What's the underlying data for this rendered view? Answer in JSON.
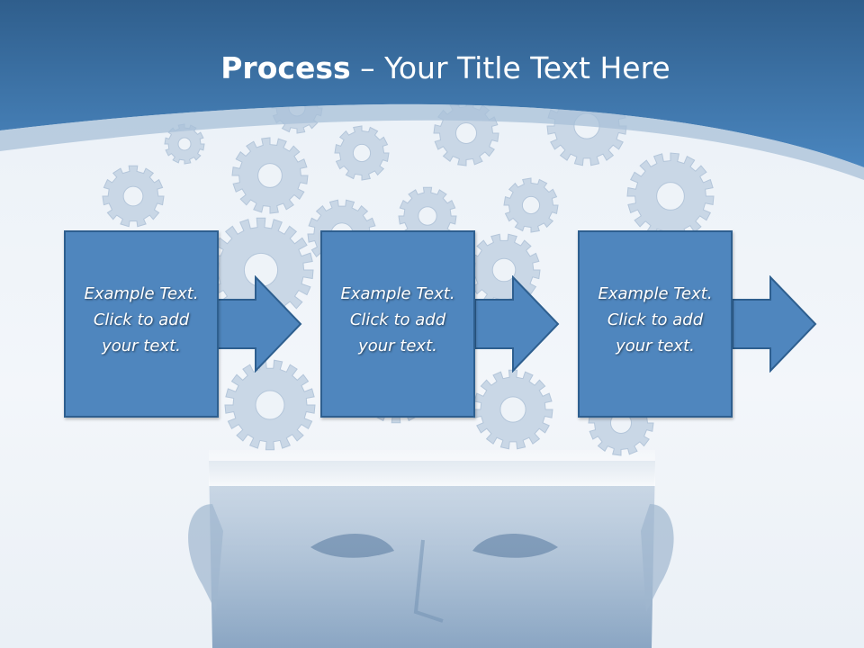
{
  "slide": {
    "title_bold": "Process",
    "title_rest": " – Your Title Text Here"
  },
  "steps": [
    {
      "line1": "Example Text.",
      "line2": "Click  to add",
      "line3": "your text."
    },
    {
      "line1": "Example Text.",
      "line2": "Click  to add",
      "line3": "your text."
    },
    {
      "line1": "Example Text.",
      "line2": "Click  to add",
      "line3": "your text."
    }
  ],
  "colors": {
    "header_dark": "#2f5e8c",
    "header_light": "#4a86bf",
    "box_fill": "#4f86be",
    "box_border": "#2e5f8f",
    "gear": "#c9d7e6"
  },
  "icons": [
    "gear-icon",
    "head-silhouette",
    "arrow-right-icon"
  ]
}
